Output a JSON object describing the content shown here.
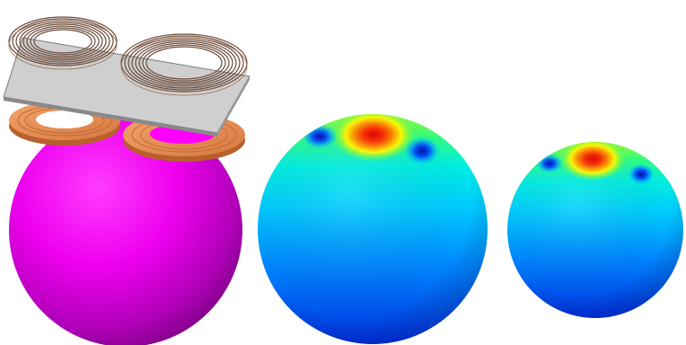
{
  "figure": {
    "panels": [
      {
        "id": "coil-model",
        "description_icon": "magenta-sphere-with-coils-icon",
        "sphere_color": "#ff00ff",
        "copper_color": "#e7905a",
        "plate_color": "#c8c8c8"
      },
      {
        "id": "field-map-large",
        "description_icon": "heatmap-sphere-icon",
        "colormap": [
          "#0000b0",
          "#0060ff",
          "#00c8ff",
          "#00ff90",
          "#ffff00",
          "#ff8000",
          "#e00000"
        ]
      },
      {
        "id": "field-map-small",
        "description_icon": "heatmap-sphere-icon",
        "colormap": [
          "#0000b0",
          "#0060ff",
          "#00c8ff",
          "#00ff90",
          "#ffff00",
          "#ff8000",
          "#e00000"
        ]
      }
    ]
  }
}
